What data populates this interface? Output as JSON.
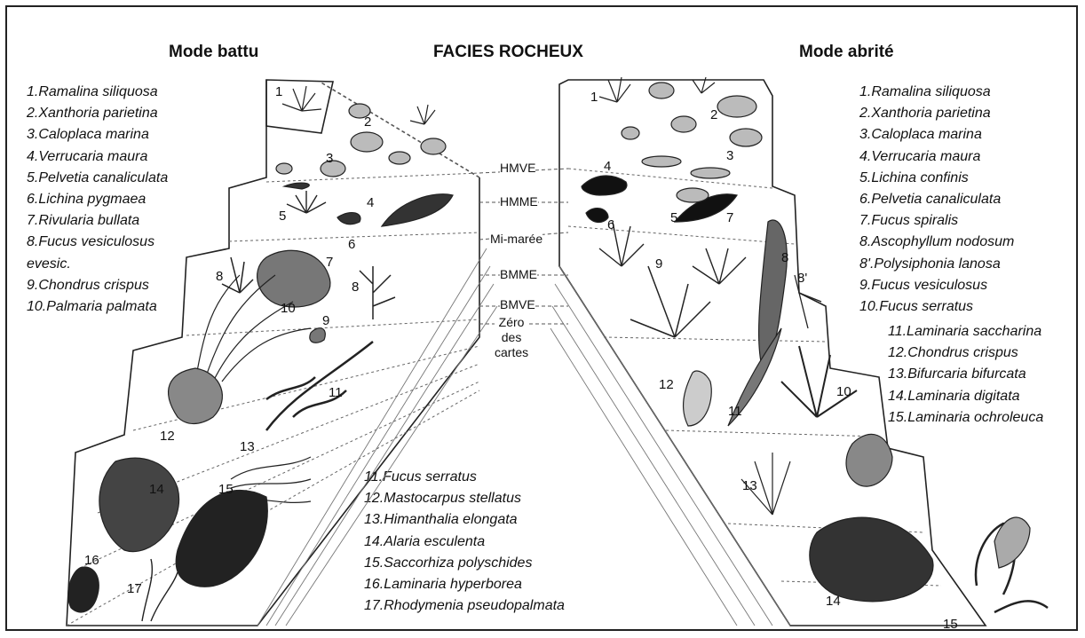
{
  "header": {
    "title": "FACIES ROCHEUX",
    "left_title": "Mode battu",
    "right_title": "Mode abrité"
  },
  "left_species": [
    "1.Ramalina siliquosa",
    "2.Xanthoria parietina",
    "3.Caloplaca marina",
    "4.Verrucaria maura",
    "5.Pelvetia canaliculata",
    "6.Lichina pygmaea",
    "7.Rivularia bullata",
    "8.Fucus vesiculosus",
    "evesic.",
    "9.Chondrus crispus",
    "10.Palmaria palmata"
  ],
  "left_species_lower": [
    "11.Fucus serratus",
    "12.Mastocarpus stellatus",
    "13.Himanthalia elongata",
    "14.Alaria esculenta",
    "15.Saccorhiza polyschides",
    "16.Laminaria hyperborea",
    "17.Rhodymenia pseudopalmata"
  ],
  "right_species": [
    "1.Ramalina siliquosa",
    "2.Xanthoria parietina",
    "3.Caloplaca marina",
    "4.Verrucaria maura",
    "5.Lichina confinis",
    "6.Pelvetia canaliculata",
    "7.Fucus spiralis",
    "8.Ascophyllum nodosum",
    "8'.Polysiphonia lanosa",
    "9.Fucus vesiculosus",
    "10.Fucus serratus"
  ],
  "right_species_lower": [
    "11.Laminaria saccharina",
    "12.Chondrus crispus",
    "13.Bifurcaria bifurcata",
    "14.Laminaria digitata",
    "15.Laminaria ochroleuca"
  ],
  "tide_levels": [
    {
      "label": "HMVE"
    },
    {
      "label": "HMME"
    },
    {
      "label": "Mi-marée"
    },
    {
      "label": "BMME"
    },
    {
      "label": "BMVE"
    },
    {
      "label": "Zéro\ndes\ncartes"
    }
  ],
  "left_numbers": [
    "1",
    "2",
    "3",
    "4",
    "5",
    "6",
    "7",
    "8",
    "8",
    "9",
    "10",
    "11",
    "12",
    "13",
    "14",
    "15",
    "16",
    "17"
  ],
  "right_numbers": [
    "1",
    "2",
    "3",
    "4",
    "5",
    "6",
    "7",
    "8",
    "8'",
    "9",
    "10",
    "11",
    "12",
    "13",
    "14",
    "15"
  ]
}
